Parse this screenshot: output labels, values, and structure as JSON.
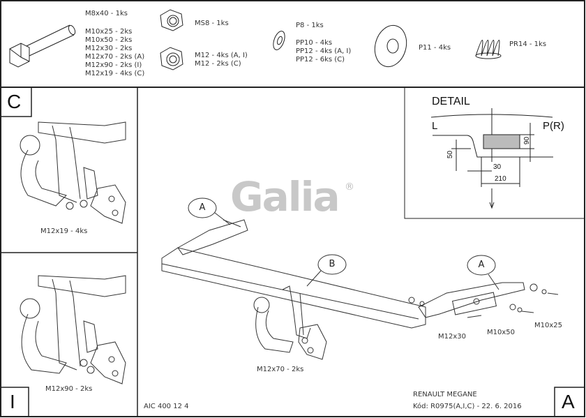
{
  "parts": {
    "bolts": [
      "M8x40 - 1ks",
      "M10x25 - 2ks",
      "M10x50 - 2ks",
      "M12x30 - 2ks",
      "M12x70 - 2ks (A)",
      "M12x90 - 2ks (I)",
      "M12x19 - 4ks (C)"
    ],
    "nut_ms8": "MS8 - 1ks",
    "nuts_m12": [
      "M12 - 4ks (A, I)",
      "M12 - 2ks (C)"
    ],
    "washers_p": [
      "P8 - 1ks",
      "PP10 - 4ks",
      "PP12 - 4ks (A, I)",
      "PP12 - 6ks (C)"
    ],
    "washer_p11": "P11 - 4ks",
    "spring_pr14": "PR14 - 1ks"
  },
  "panels": {
    "c_label": "C",
    "c_bolt": "M12x19 - 4ks",
    "i_label": "I",
    "i_bolt": "M12x90 - 2ks",
    "a_label": "A"
  },
  "main": {
    "logo": "Galia",
    "logo_mark": "®",
    "callout_a1": "A",
    "callout_b": "B",
    "callout_a2": "A",
    "m12x70": "M12x70 - 2ks",
    "m12x30": "M12x30",
    "m10x50": "M10x50",
    "m10x25": "M10x25"
  },
  "detail": {
    "title": "DETAIL",
    "left": "L",
    "right": "P(R)",
    "dim_50": "50",
    "dim_90": "90",
    "dim_30": "30",
    "dim_210": "210"
  },
  "footer": {
    "code": "AIC 400 12 4",
    "model": "RENAULT MEGANE",
    "kod": "Kód: R0975(A,I,C) - 22. 6. 2016"
  }
}
